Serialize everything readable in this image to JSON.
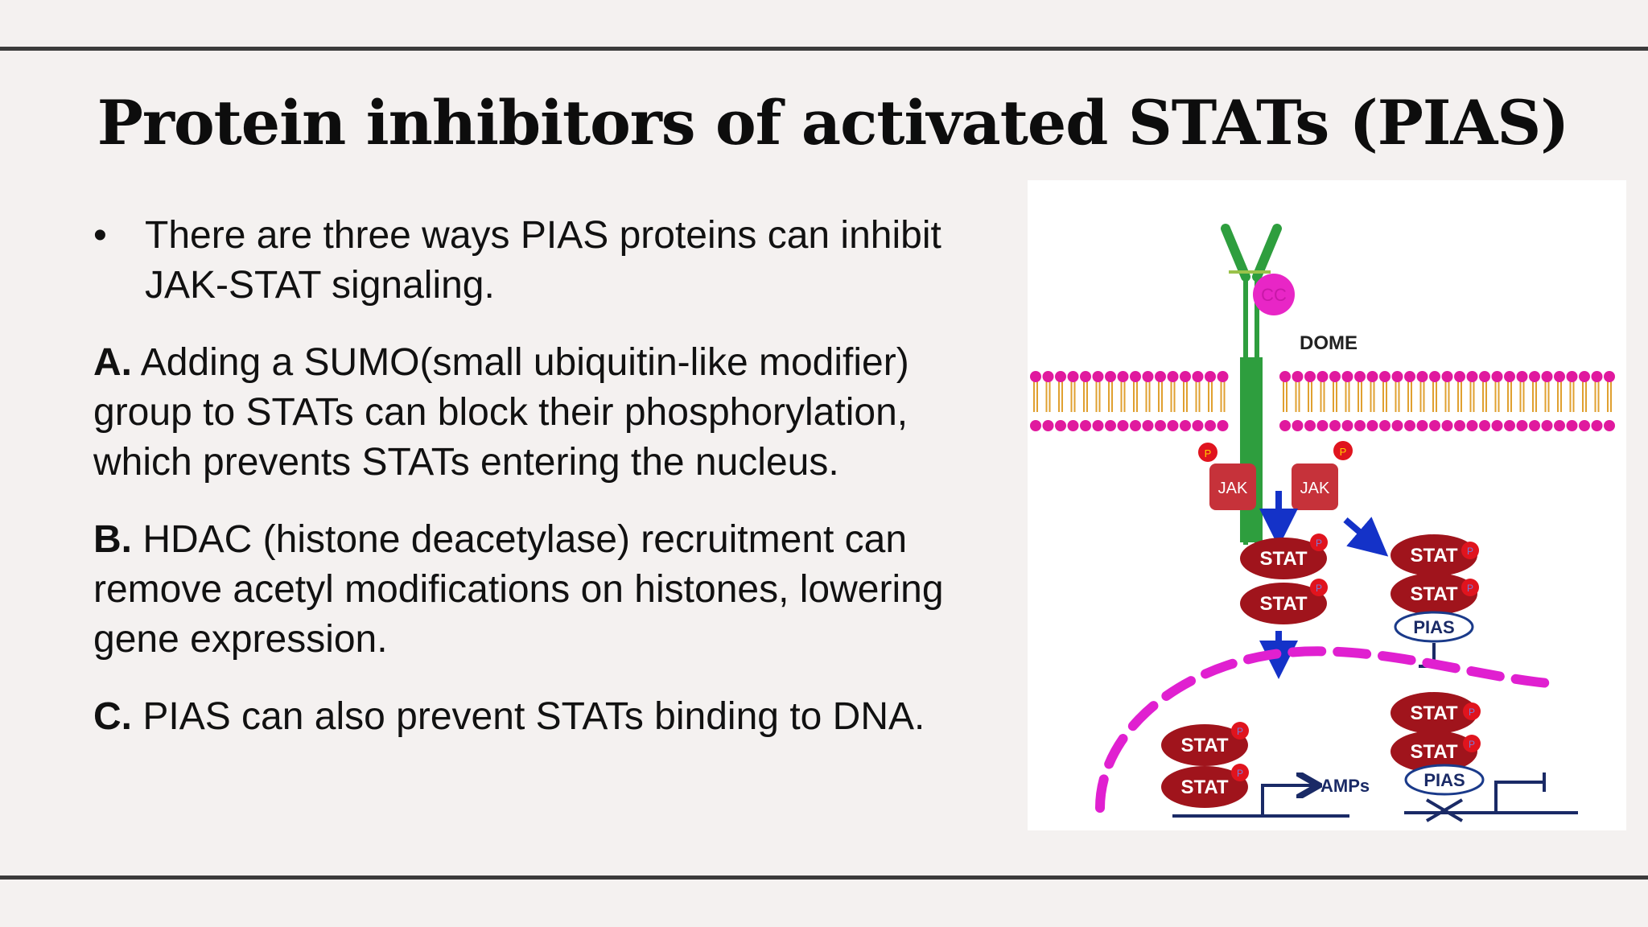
{
  "slide": {
    "title": "Protein inhibitors of activated STATs (PIAS)",
    "bullet": {
      "marker": "•",
      "text": "There are three ways PIAS proteins can inhibit JAK-STAT signaling."
    },
    "paragraphs": [
      {
        "label": "A.",
        "text": " Adding a SUMO(small ubiquitin-like modifier) group to STATs can block their phosphorylation, which prevents STATs entering the nucleus."
      },
      {
        "label": "B.",
        "text": " HDAC (histone deacetylase) recruitment can remove acetyl modifications on histones, lowering gene expression."
      },
      {
        "label": "C.",
        "text": " PIAS can also prevent STATs binding to DNA."
      }
    ]
  },
  "diagram": {
    "ligand": "CC",
    "receptor": "DOME",
    "kinase": "JAK",
    "phospho": "P",
    "stat": "STAT",
    "inhibitor": "PIAS",
    "target_gene": "AMPs",
    "colors": {
      "membrane_head": "#e0199e",
      "membrane_tail": "#e0a030",
      "receptor": "#2e9e3e",
      "stat": "#a0141c",
      "jak": "#c6323a",
      "arrow": "#1432c8",
      "nucleus": "#e020d0",
      "dna": "#1a2a66"
    }
  }
}
